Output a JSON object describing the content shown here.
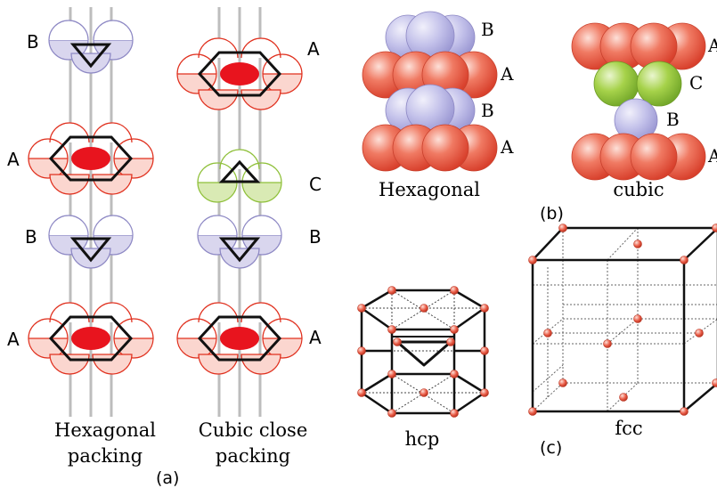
{
  "part_a": {
    "hex_layers": [
      {
        "letter": "B"
      },
      {
        "letter": "A"
      },
      {
        "letter": "B"
      },
      {
        "letter": "A"
      }
    ],
    "ccp_layers": [
      {
        "letter": "A"
      },
      {
        "letter": "C"
      },
      {
        "letter": "B"
      },
      {
        "letter": "A"
      }
    ],
    "hex_caption_line1": "Hexagonal",
    "hex_caption_line2": "packing",
    "ccp_caption_line1": "Cubic close",
    "ccp_caption_line2": "packing",
    "tag": "(a)"
  },
  "part_b": {
    "hex_letters": [
      "B",
      "A",
      "B",
      "A"
    ],
    "hex_caption": "Hexagonal",
    "cubic_letters": [
      "A",
      "C",
      "B",
      "A"
    ],
    "cubic_caption": "cubic",
    "tag": "(b)"
  },
  "part_c": {
    "hcp_caption": "hcp",
    "fcc_caption": "fcc",
    "tag": "(c)"
  },
  "colors": {
    "layer_a_fill": "#fbd6cf",
    "layer_a_edge": "#e0301e",
    "layer_a_center": "#e8141e",
    "layer_b_fill": "#d9d6ee",
    "layer_b_edge": "#8d88c4",
    "layer_c_fill": "#d9eab4",
    "layer_c_edge": "#8fc03a",
    "sphere_red": "#ea5d48",
    "sphere_lilac": "#b9b7e6",
    "sphere_green": "#95c93a",
    "rod": "#bdbdbd",
    "line": "#111111"
  }
}
